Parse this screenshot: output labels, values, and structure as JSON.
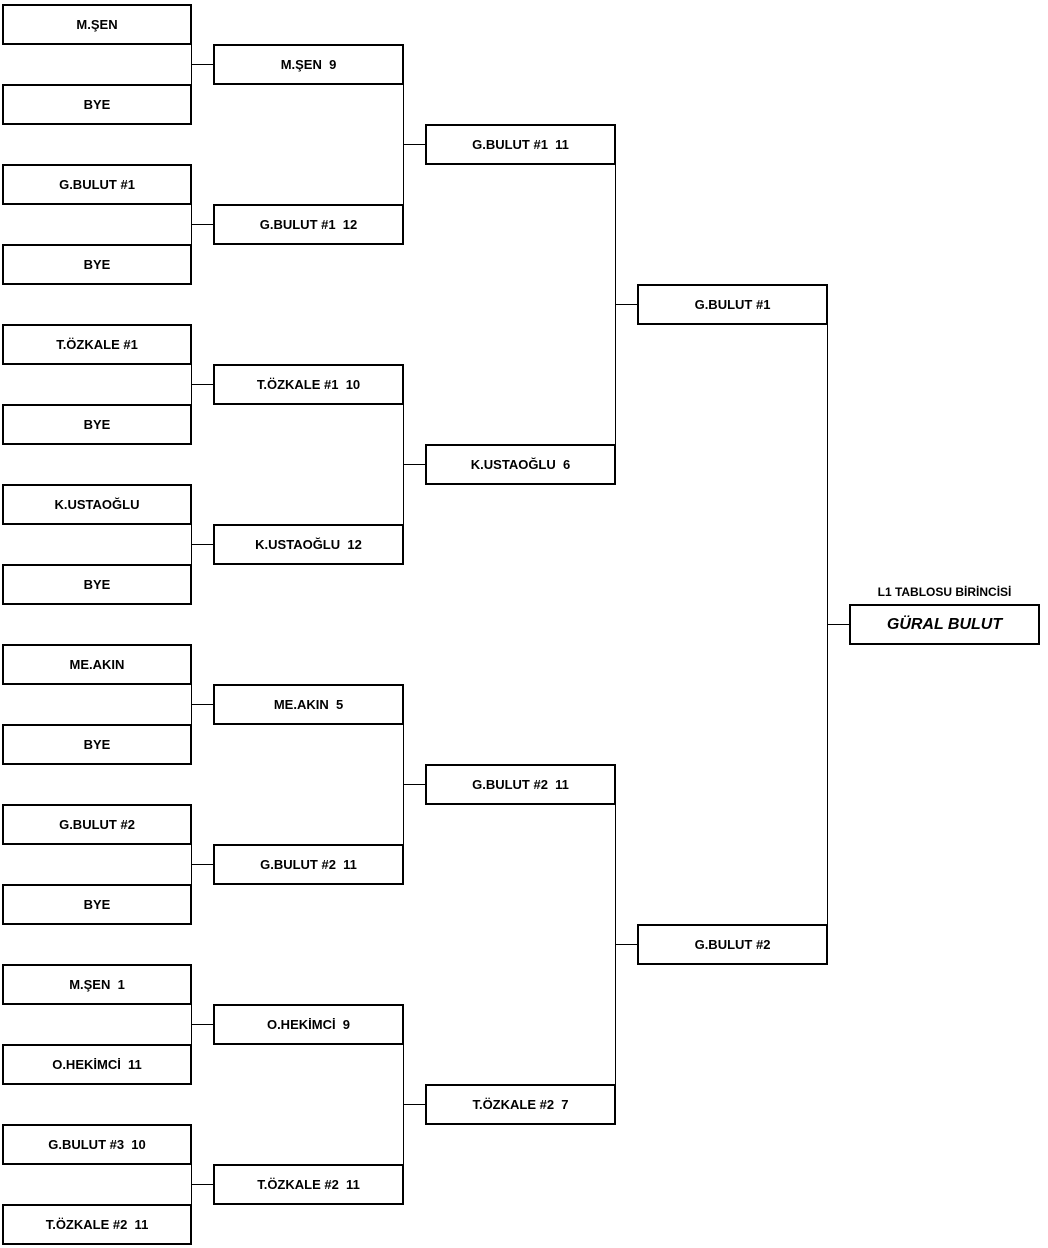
{
  "bracket": {
    "round1": [
      "M.ŞEN",
      "BYE",
      "G.BULUT #1",
      "BYE",
      "T.ÖZKALE #1",
      "BYE",
      "K.USTAOĞLU",
      "BYE",
      "ME.AKIN",
      "BYE",
      "G.BULUT #2",
      "BYE",
      "M.ŞEN  1",
      "O.HEKİMCİ  11",
      "G.BULUT #3  10",
      "T.ÖZKALE #2  11"
    ],
    "round2": [
      "M.ŞEN  9",
      "G.BULUT #1  12",
      "T.ÖZKALE #1  10",
      "K.USTAOĞLU  12",
      "ME.AKIN  5",
      "G.BULUT #2  11",
      "O.HEKİMCİ  9",
      "T.ÖZKALE #2  11"
    ],
    "round3": [
      "G.BULUT #1  11",
      "K.USTAOĞLU  6",
      "G.BULUT #2  11",
      "T.ÖZKALE #2  7"
    ],
    "round4": [
      "G.BULUT #1",
      "G.BULUT #2"
    ],
    "champion_title": "L1 TABLOSU BİRİNCİSİ",
    "champion": "GÜRAL BULUT"
  }
}
